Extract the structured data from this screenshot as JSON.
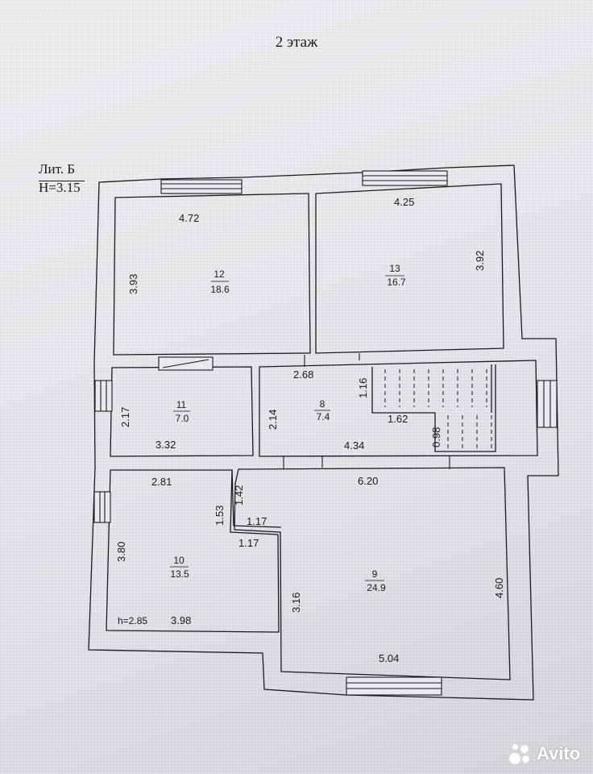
{
  "floor_title": "2 этаж",
  "building": {
    "name": "Лит. Б",
    "height": "Н=3.15"
  },
  "rooms": [
    {
      "number": "12",
      "area": "18.6",
      "dims": [
        "4.72",
        "3.93"
      ]
    },
    {
      "number": "13",
      "area": "16.7",
      "dims": [
        "4.25",
        "3.92"
      ]
    },
    {
      "number": "11",
      "area": "7.0",
      "dims": [
        "2.17",
        "3.32"
      ]
    },
    {
      "number": "8",
      "area": "7.4",
      "dims": [
        "2.68",
        "1.16",
        "1.62",
        "2.14",
        "4.34",
        "0.98"
      ]
    },
    {
      "number": "10",
      "area": "13.5",
      "dims": [
        "2.81",
        "1.53",
        "1.42",
        "1.17",
        "1.17",
        "3.80",
        "3.98"
      ],
      "note": "h=2.85"
    },
    {
      "number": "9",
      "area": "24.9",
      "dims": [
        "6.20",
        "3.16",
        "4.60",
        "5.04"
      ]
    }
  ],
  "watermark": "Avito",
  "colors": {
    "paper": "#e9eaed",
    "ink": "#1b1b1d"
  }
}
